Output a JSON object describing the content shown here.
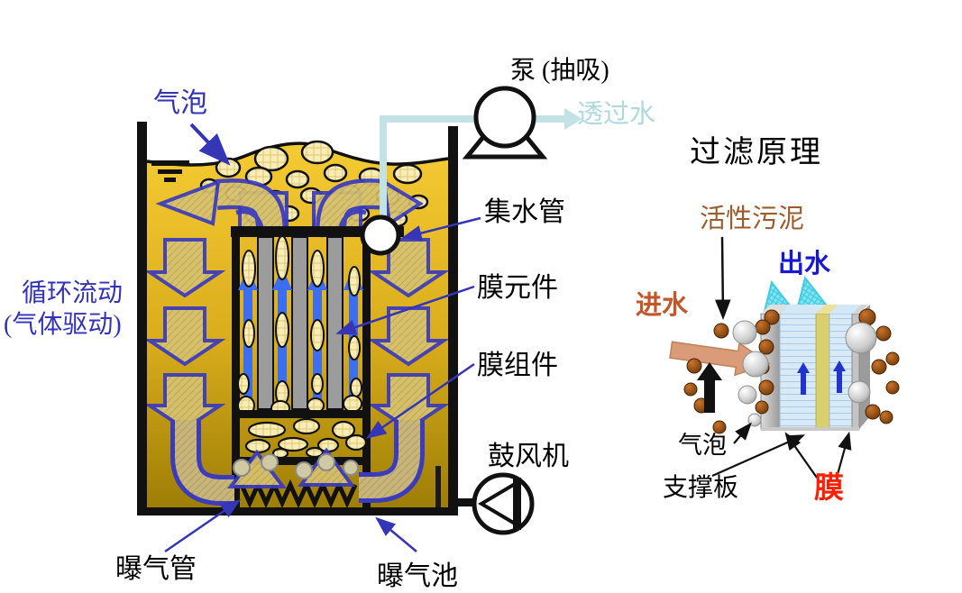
{
  "left_diagram": {
    "bubble_label": "气泡",
    "pump_label": "泵 (抽吸)",
    "permeate_label": "透过水",
    "collector_pipe_label": "集水管",
    "membrane_element_label": "膜元件",
    "membrane_module_label": "膜组件",
    "circulation_label_line1": "循环流动",
    "circulation_label_line2": "(气体驱动)",
    "blower_label": "鼓风机",
    "aeration_pipe_label": "曝气管",
    "aeration_tank_label": "曝气池"
  },
  "right_diagram": {
    "title": "过滤原理",
    "activated_sludge_label": "活性污泥",
    "effluent_label": "出水",
    "influent_label": "进水",
    "bubble_label": "气泡",
    "support_plate_label": "支撑板",
    "membrane_label": "膜"
  },
  "colors": {
    "water_top": "#F5CB33",
    "water_bottom": "#9E7E06",
    "bubble_fill": "#F8EDB6",
    "flow_arrow_fill": "#D6C271",
    "flow_arrow_outline": "#3B3BBE",
    "membrane_bar_gray": "#9C9C9C",
    "up_arrow_blue": "#3C6EF0",
    "permeate_pipe": "#C2E2E6",
    "label_blue": "#3333B8",
    "permeate_text": "#AEDADF",
    "sludge_text_brown": "#9B5B2D",
    "influent_orange": "#C2572A",
    "effluent_blue": "#1717D6",
    "membrane_red": "#FF1E00",
    "cyan_arrow": "#7DE4F2",
    "salmon_arrow": "#D99B78",
    "support_yellow": "#D9CF6C"
  }
}
